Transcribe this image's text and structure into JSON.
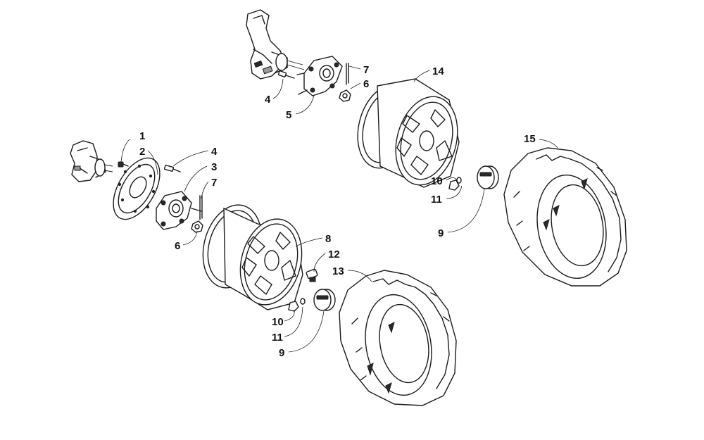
{
  "callouts": {
    "c1": "1",
    "c2": "2",
    "c3": "3",
    "c4a": "4",
    "c7a": "7",
    "c6a": "6",
    "c4b": "4",
    "c5": "5",
    "c7b": "7",
    "c6b": "6",
    "c14": "14",
    "c15": "15",
    "c10a": "10",
    "c11a": "11",
    "c9a": "9",
    "c8": "8",
    "c12": "12",
    "c13": "13",
    "c10b": "10",
    "c11b": "11",
    "c9b": "9"
  }
}
